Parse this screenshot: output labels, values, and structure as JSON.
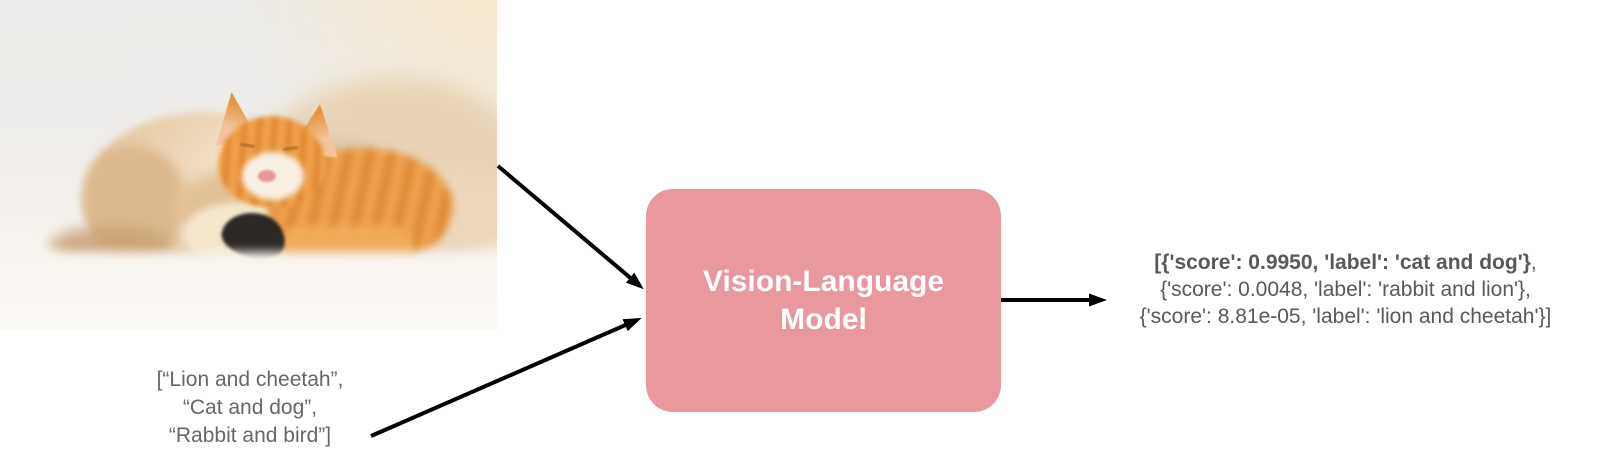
{
  "colors": {
    "box_pink": "#E9989E",
    "box_text": "#FFFFFF",
    "arrow_black": "#000000",
    "input_text_gray": "#666768",
    "output_text_gray": "#58595B"
  },
  "photo": {
    "description": "Sleeping cream puppy with a ginger tabby kitten resting on it, on a white fluffy blanket"
  },
  "input_list": {
    "lines": {
      "0": "[“Lion and cheetah”,",
      "1": "“Cat and dog”,",
      "2": "“Rabbit and bird”]"
    }
  },
  "model_box": {
    "title_line1": "Vision-Language",
    "title_line2": "Model"
  },
  "output": {
    "line1_bold": "[{'score': 0.9950, 'label': 'cat and dog'}",
    "line1_tail": ",",
    "line2": "{'score': 0.0048, 'label': 'rabbit and lion'},",
    "line3": "{'score': 8.81e-05, 'label': 'lion and cheetah'}]"
  }
}
